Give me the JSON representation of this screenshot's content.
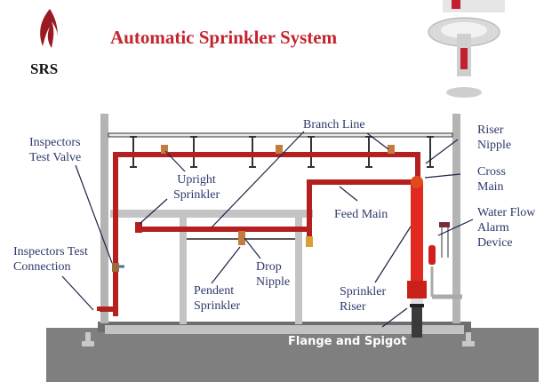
{
  "header": {
    "title": "Automatic Sprinkler System",
    "brand": "SRS",
    "logo_icon": "srs-flame-logo-icon",
    "photo_icon": "sprinkler-head-photo-icon"
  },
  "colors": {
    "title": "#c4242e",
    "pipe": "#b3201f",
    "riser": "#e02a20",
    "label": "#2d3a6b",
    "ground": "#7f7f7f",
    "structure": "#b4b4b4"
  },
  "labels": {
    "inspectors_test_valve": [
      "Inspectors",
      "Test Valve"
    ],
    "inspectors_test_connection": [
      "Inspectors Test",
      "Connection"
    ],
    "upright_sprinkler": [
      "Upright",
      "Sprinkler"
    ],
    "branch_line": [
      "Branch Line"
    ],
    "feed_main": [
      "Feed Main"
    ],
    "riser_nipple": [
      "Riser",
      "Nipple"
    ],
    "cross_main": [
      "Cross",
      "Main"
    ],
    "water_flow_alarm_device": [
      "Water Flow",
      "Alarm",
      "Device"
    ],
    "pendent_sprinkler": [
      "Pendent",
      "Sprinkler"
    ],
    "drop_nipple": [
      "Drop",
      "Nipple"
    ],
    "sprinkler_riser": [
      "Sprinkler",
      "Riser"
    ],
    "flange_and_spigot": "Flange and Spigot"
  }
}
